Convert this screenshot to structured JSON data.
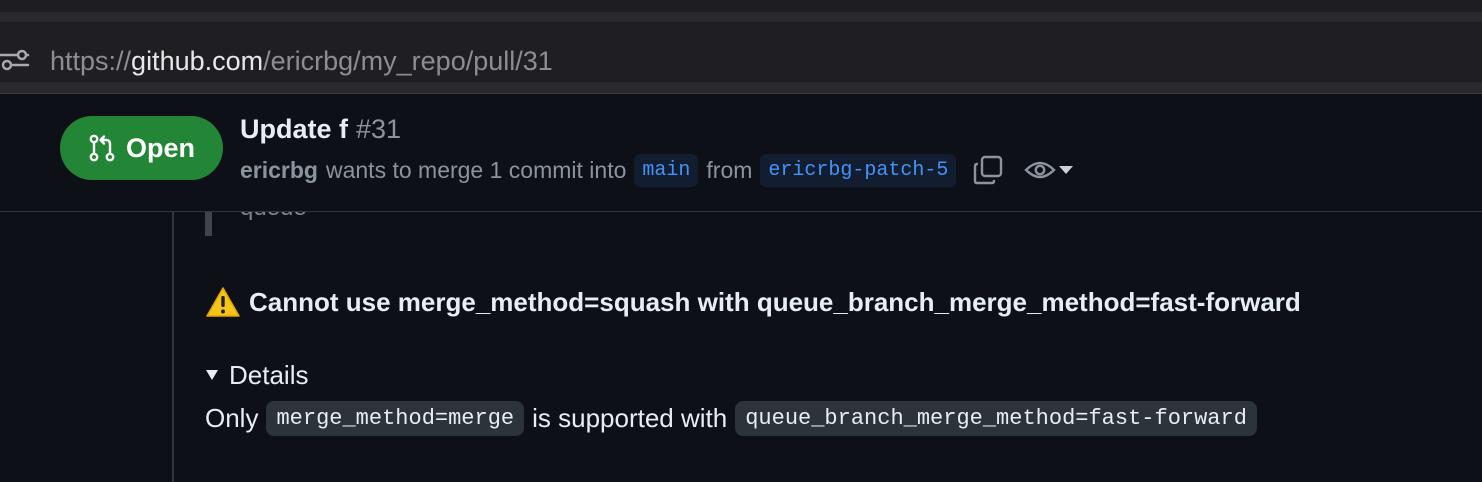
{
  "browser": {
    "url_prefix": "https://",
    "url_host": "github.com",
    "url_path": "/ericrbg/my_repo/pull/31"
  },
  "pr": {
    "state": "Open",
    "title": "Update f",
    "number": "#31",
    "author": "ericrbg",
    "merge_text": "wants to merge 1 commit into",
    "base_branch": "main",
    "from_text": "from",
    "head_branch": "ericrbg-patch-5"
  },
  "comment": {
    "quote_text": "queue",
    "warning": "Cannot use merge_method=squash with queue_branch_merge_method=fast-forward",
    "details_summary": "Details",
    "details_prefix": "Only",
    "details_code_1": "merge_method=merge",
    "details_middle": "is supported with",
    "details_code_2": "queue_branch_merge_method=fast-forward"
  },
  "colors": {
    "open_state": "#238636",
    "branch_text": "#4493f8",
    "background": "#0d1117"
  }
}
